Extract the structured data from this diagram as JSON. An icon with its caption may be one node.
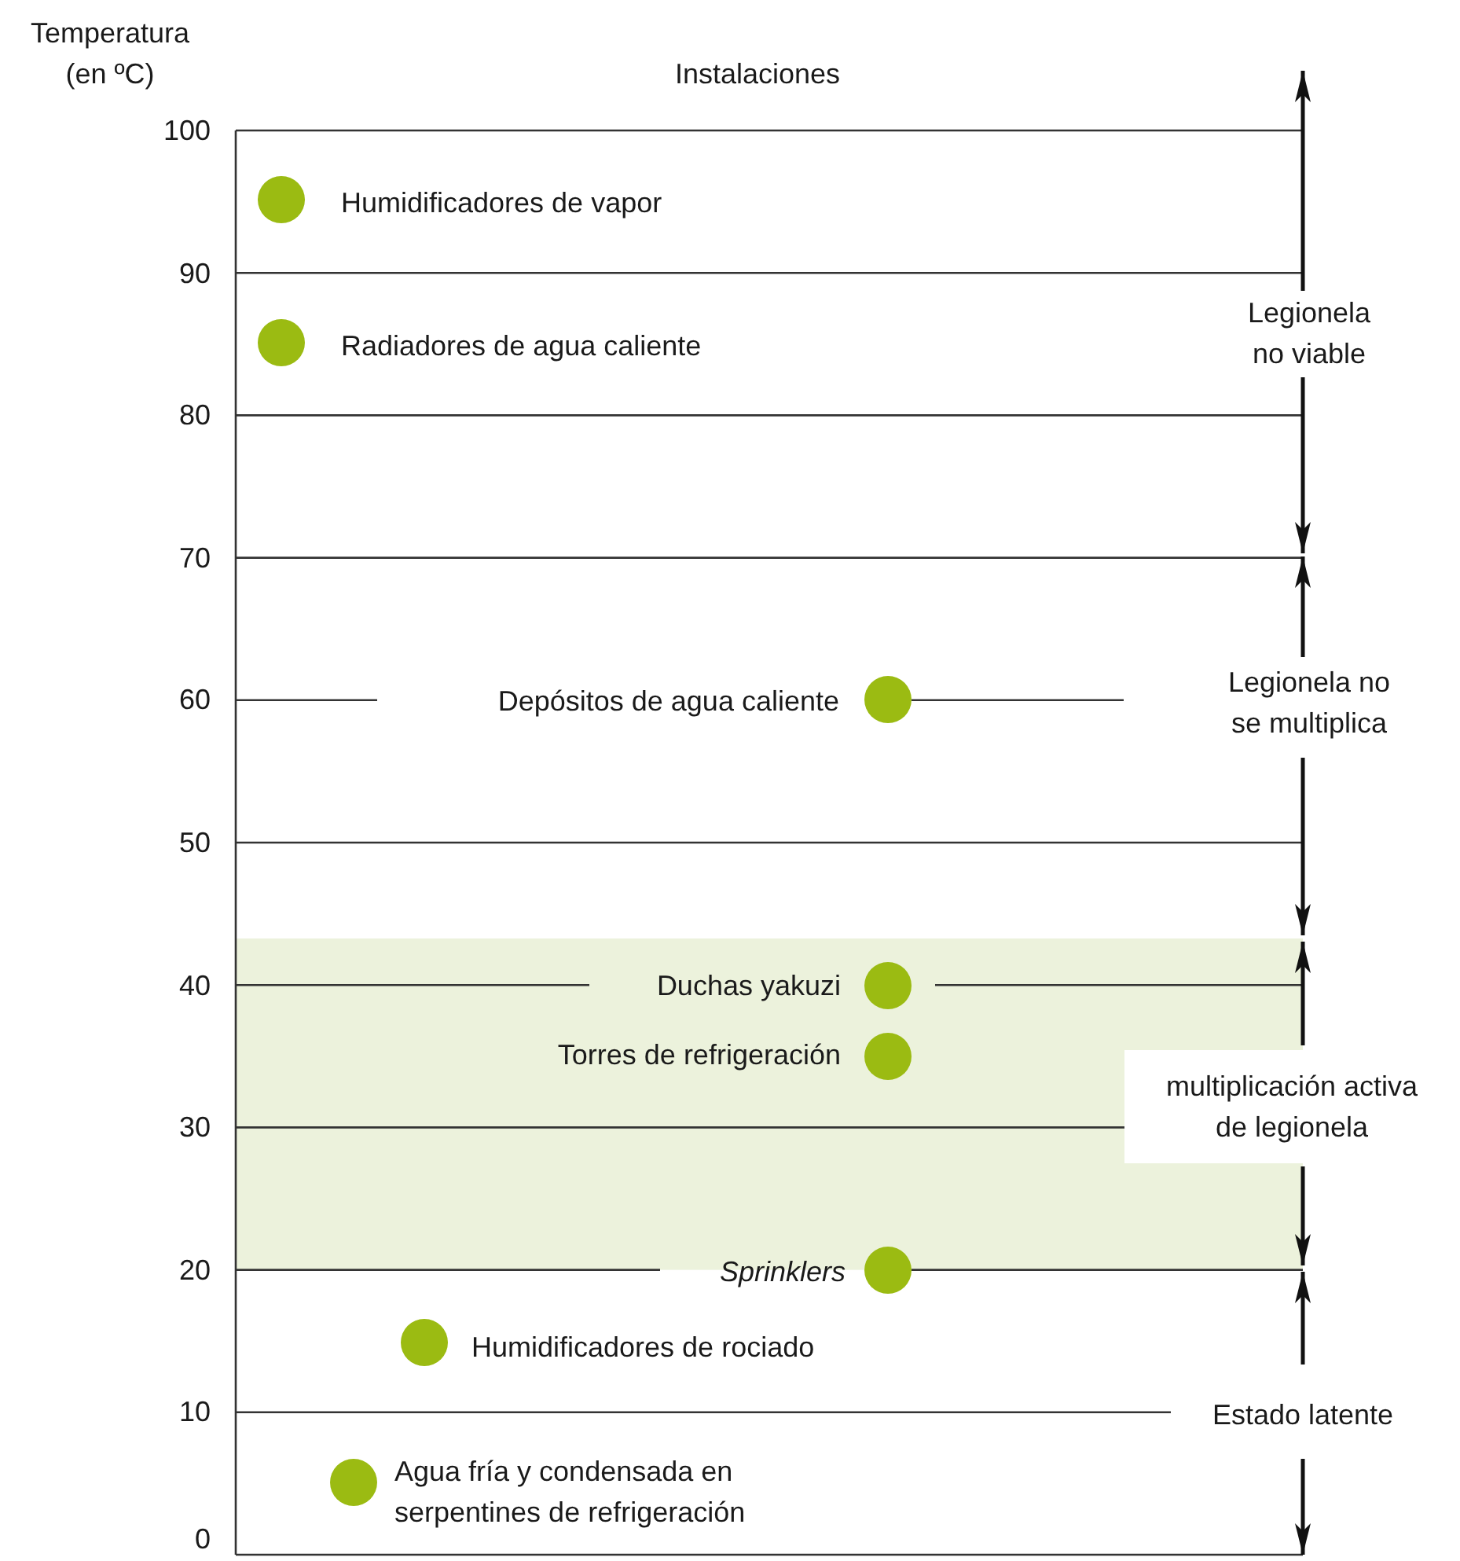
{
  "diagram": {
    "labels": [
      "Temperatura (en ºC)",
      "Instalaciones",
      "100",
      "Humidificadores de vapor",
      "90",
      "Radiadores de agua caliente",
      "Legionela no viable",
      "80",
      "70",
      "60",
      "Depósitos de agua caliente",
      "Legionela no se multiplica",
      "50",
      "40",
      "Duchas yakuzi",
      "Torres de refrigeración",
      "multiplicación activa de legionela",
      "30",
      "20",
      "Sprinklers",
      "Humidificadores de rociado",
      "10",
      "Estado latente",
      "Agua fría y condensada en serpentines de refrigeración",
      "0"
    ]
  }
}
